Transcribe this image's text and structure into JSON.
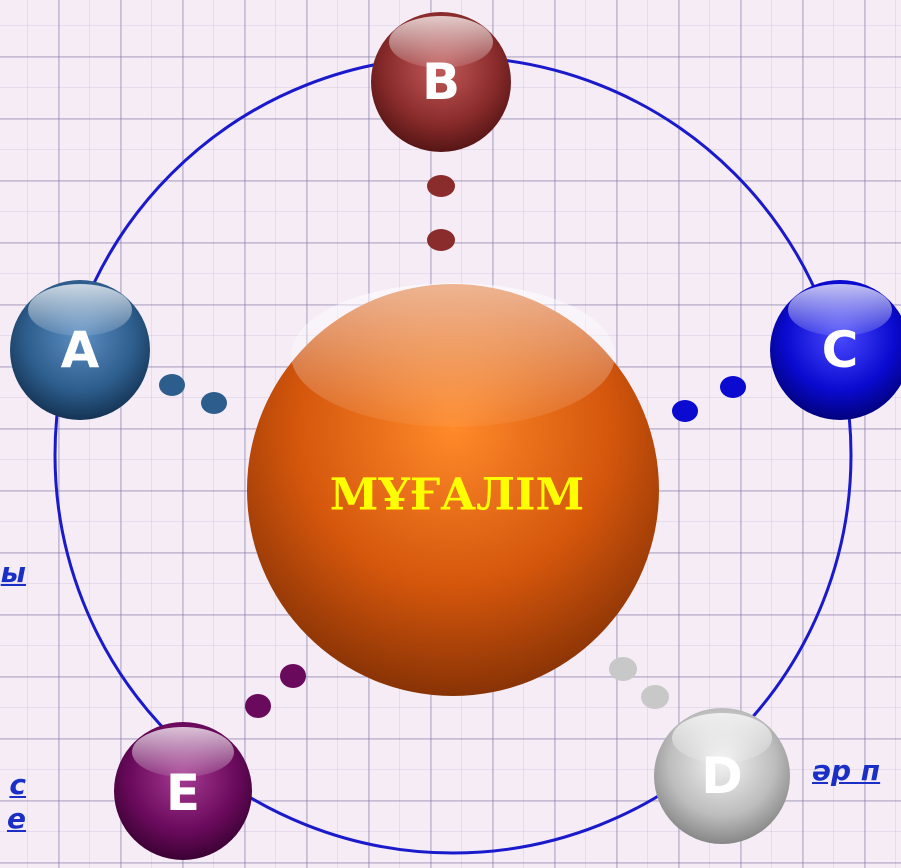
{
  "diagram": {
    "center_label": "МҰҒАЛІМ",
    "nodes": [
      {
        "id": "a",
        "letter": "A",
        "color": "#2d5d8c"
      },
      {
        "id": "b",
        "letter": "B",
        "color": "#8b2c2c"
      },
      {
        "id": "c",
        "letter": "C",
        "color": "#0a0ad0"
      },
      {
        "id": "d",
        "letter": "D",
        "color": "#b5b5b5"
      },
      {
        "id": "e",
        "letter": "E",
        "color": "#6a0a5c"
      }
    ],
    "ring_color": "#1a1acc",
    "hub_color": "#d85a0e"
  },
  "links": {
    "right_d": "әр п",
    "left_1": "ы",
    "left_2": "с",
    "left_3": "е"
  }
}
